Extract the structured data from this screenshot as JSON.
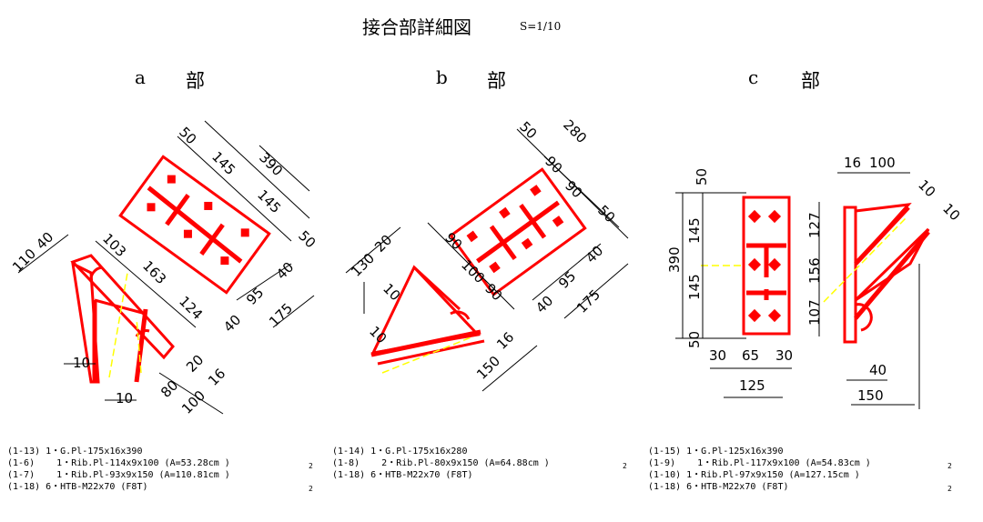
{
  "title": "接合部詳細図",
  "scale": "S=1/10",
  "sections": {
    "a": {
      "letter": "a",
      "part": "部"
    },
    "b": {
      "letter": "b",
      "part": "部"
    },
    "c": {
      "letter": "c",
      "part": "部"
    }
  },
  "dims": {
    "a": {
      "d50": "50",
      "d145a": "145",
      "d390": "390",
      "d145b": "145",
      "d50b": "50",
      "d103": "103",
      "d163": "163",
      "d124": "124",
      "d40a": "40",
      "d95": "95",
      "d175": "175",
      "d40b": "40",
      "d110": "110",
      "d40c": "40",
      "d10a": "10",
      "d10b": "10",
      "d80": "80",
      "d20": "20",
      "d100": "100",
      "d16": "16"
    },
    "b": {
      "d50": "50",
      "d280": "280",
      "d90a": "90",
      "d90b": "90",
      "d50b": "50",
      "d90c": "90",
      "d100": "100",
      "d90d": "90",
      "d40a": "40",
      "d95": "95",
      "d175": "175",
      "d40b": "40",
      "d130": "130",
      "d20": "20",
      "d10a": "10",
      "d10b": "10",
      "d150": "150",
      "d16": "16"
    },
    "c": {
      "d50a": "50",
      "d145a": "145",
      "d390": "390",
      "d145b": "145",
      "d50b": "50",
      "d127": "127",
      "d156": "156",
      "d107": "107",
      "d30a": "30",
      "d65": "65",
      "d30b": "30",
      "d125": "125",
      "d16": "16",
      "d100": "100",
      "d10a": "10",
      "d10b": "10",
      "d40": "40",
      "d150": "150"
    }
  },
  "notes": {
    "a": [
      "(1-13) 1・G.Pl-175x16x390",
      "(1-6)    1・Rib.Pl-114x9x100 (A=53.28cm )",
      "(1-7)    1・Rib.Pl-93x9x150 (A=110.81cm )",
      "(1-18) 6・HTB-M22x70 (F8T)"
    ],
    "b": [
      "(1-14) 1・G.Pl-175x16x280",
      "(1-8)    2・Rib.Pl-80x9x150 (A=64.88cm )",
      "(1-18) 6・HTB-M22x70 (F8T)"
    ],
    "c": [
      "(1-15) 1・G.Pl-125x16x390",
      "(1-9)    1・Rib.Pl-117x9x100 (A=54.83cm )",
      "(1-10) 1・Rib.Pl-97x9x150 (A=127.15cm )",
      "(1-18) 6・HTB-M22x70 (F8T)"
    ]
  },
  "superscripts": {
    "a1": "2",
    "a2": "2",
    "b1": "2",
    "c1": "2",
    "c2": "2"
  },
  "colors": {
    "steel": "#ff0000",
    "centerline": "#ffff00",
    "dimension": "#000000"
  }
}
